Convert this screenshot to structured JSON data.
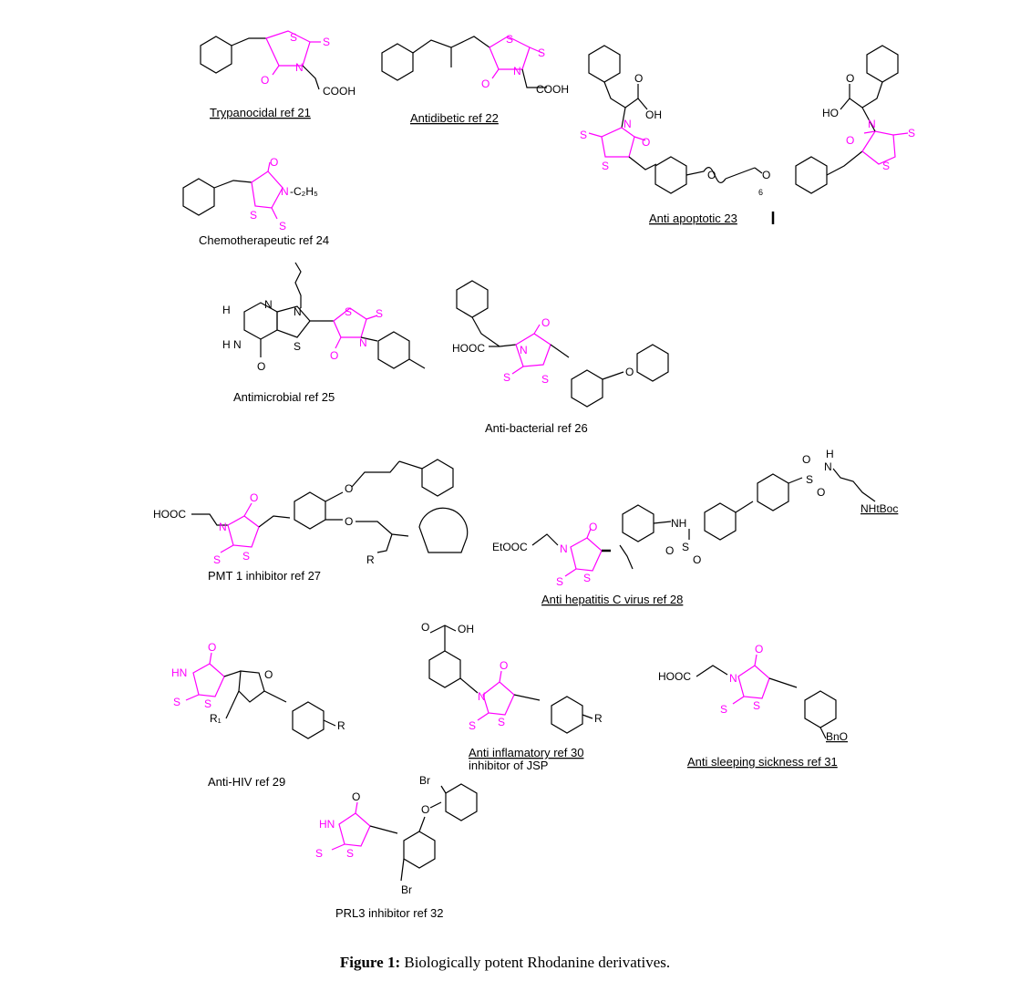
{
  "caption": {
    "label": "Figure 1:",
    "text": " Biologically potent Rhodanine derivatives."
  },
  "colors": {
    "rhodanine": "#ff00ff",
    "bonds": "#000000",
    "wavy": "#e03030"
  },
  "compounds": [
    {
      "label": "Trypanocidal  ref 21",
      "atoms": [
        "S",
        "S",
        "N",
        "O",
        "COOH"
      ]
    },
    {
      "label": "Antidibetic  ref 22",
      "atoms": [
        "S",
        "S",
        "N",
        "O",
        "COOH"
      ]
    },
    {
      "label": "Anti apoptotic  23",
      "atoms": [
        "S",
        "S",
        "N",
        "O",
        "O",
        "OH",
        "S",
        "S",
        "N",
        "O",
        "O",
        "HO",
        "O",
        "O",
        "6"
      ]
    },
    {
      "label": "Chemotherapeutic   ref  24",
      "atoms": [
        "O",
        "N",
        "-C₂H₅",
        "S",
        "S"
      ]
    },
    {
      "label": "Antimicrobial  ref 25",
      "atoms": [
        "H",
        "N",
        "N",
        "H",
        "N",
        "O",
        "S",
        "S",
        "S",
        "N",
        "O"
      ]
    },
    {
      "label": "Anti-bacterial  ref  26",
      "atoms": [
        "HOOC",
        "N",
        "O",
        "S",
        "S",
        "O"
      ]
    },
    {
      "label": "PMT  1 inhibitor  ref 27",
      "atoms": [
        "HOOC",
        "N",
        "O",
        "S",
        "S",
        "O",
        "O",
        "R"
      ]
    },
    {
      "label": "Anti hepatitis  C  virus  ref 28",
      "atoms": [
        "EtOOC",
        "N",
        "O",
        "S",
        "S",
        "NH",
        "S",
        "O",
        "O",
        "S",
        "O",
        "O",
        "H",
        "N",
        "NHtBoc"
      ]
    },
    {
      "label": "Anti-HIV  ref  29",
      "atoms": [
        "HN",
        "O",
        "S",
        "S",
        "O",
        "R₁",
        "R"
      ]
    },
    {
      "label": "Anti inflamatory  ref 30",
      "label2": "inhibitor  of  JSP",
      "atoms": [
        "O",
        "OH",
        "N",
        "O",
        "S",
        "S",
        "R"
      ]
    },
    {
      "label": "Anti sleeping  sickness  ref  31",
      "atoms": [
        "HOOC",
        "N",
        "O",
        "S",
        "S",
        "BnO"
      ]
    },
    {
      "label": "PRL3 inhibitor  ref 32",
      "atoms": [
        "O",
        "HN",
        "S",
        "S",
        "Br",
        "O",
        "Br"
      ]
    }
  ]
}
